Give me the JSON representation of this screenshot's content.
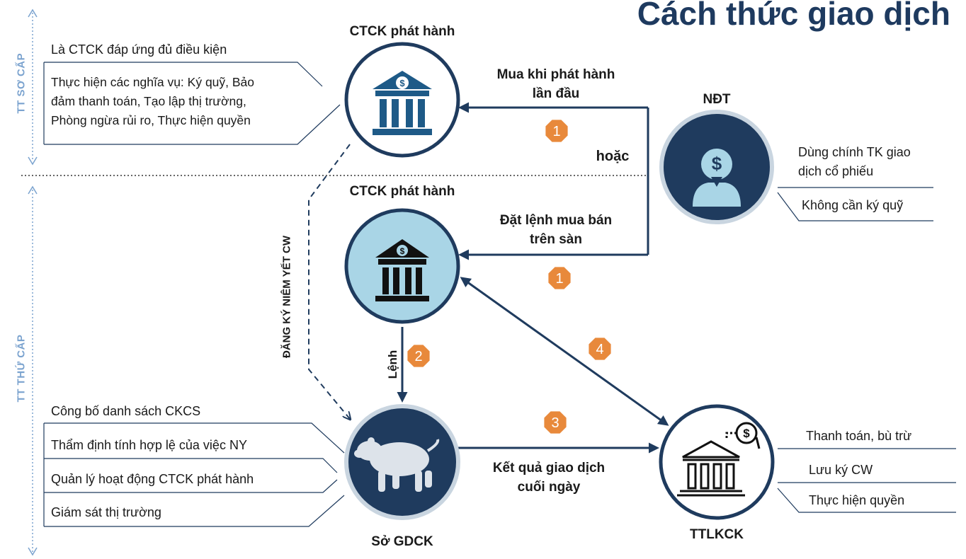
{
  "title": "Cách thức giao dịch",
  "side_labels": {
    "primary": "TT SƠ CẤP",
    "secondary": "TT THỨ CẤP"
  },
  "nodes": {
    "issuer_primary": "CTCK phát hành",
    "issuer_secondary": "CTCK phát hành",
    "investor": "NĐT",
    "exchange": "Sở GDCK",
    "depository": "TTLKCK"
  },
  "edges": {
    "buy_at_issue": [
      "Mua khi phát hành",
      "lần đầu"
    ],
    "or": "hoặc",
    "order_on_exchange": [
      "Đặt lệnh mua bán",
      "trên sàn"
    ],
    "order": "Lệnh",
    "eod_result": [
      "Kết quả giao dịch",
      "cuối ngày"
    ],
    "registration": "ĐĂNG KÝ NIÊM YẾT CW"
  },
  "badges": [
    "1",
    "1",
    "2",
    "3",
    "4"
  ],
  "notes": {
    "issuer": [
      "Là CTCK đáp ứng đủ điều kiện",
      "Thực hiện các nghĩa vụ: Ký quỹ, Bảo",
      "đảm thanh toán, Tạo lập thị trường,",
      "Phòng ngừa rủi ro, Thực hiện quyền"
    ],
    "investor": [
      "Dùng chính TK giao",
      "dịch cổ phiếu",
      "Không cần ký quỹ"
    ],
    "exchange": [
      "Công bố danh sách CKCS",
      "Thẩm định tính hợp lệ của việc NY",
      "Quản lý hoạt động CTCK phát hành",
      "Giám sát thị trường"
    ],
    "depository": [
      "Thanh toán, bù trừ",
      "Lưu ký CW",
      "Thực hiện quyền"
    ]
  },
  "icons": {
    "issuer_primary": "bank-dollar-icon",
    "issuer_secondary": "bank-dollar-icon",
    "investor": "investor-dollar-icon",
    "exchange": "bear-icon",
    "depository": "bank-coin-icon"
  },
  "colors": {
    "navy": "#1f3b5e",
    "circle_light": "#a9d5e6",
    "badge_orange": "#e8893b",
    "side_label": "#7ba3cf"
  }
}
